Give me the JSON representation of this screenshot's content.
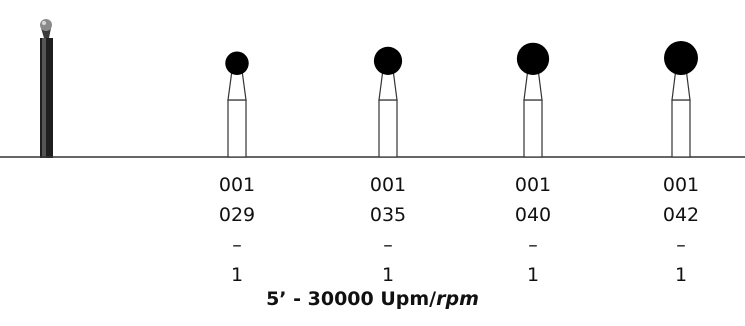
{
  "burs": [
    {
      "ref": "001",
      "size": "029",
      "sep": "–",
      "qty": "1",
      "headRel": 0.69
    },
    {
      "ref": "001",
      "size": "035",
      "sep": "–",
      "qty": "1",
      "headRel": 0.83
    },
    {
      "ref": "001",
      "size": "040",
      "sep": "–",
      "qty": "1",
      "headRel": 0.95
    },
    {
      "ref": "001",
      "size": "042",
      "sep": "–",
      "qty": "1",
      "headRel": 1.0
    }
  ],
  "speed": {
    "range": "5’ - 30000 Upm/",
    "unit_italic": "rpm"
  },
  "colors": {
    "line": "#333333",
    "head": "#000000",
    "photo_shank": "#2a2a2a"
  }
}
